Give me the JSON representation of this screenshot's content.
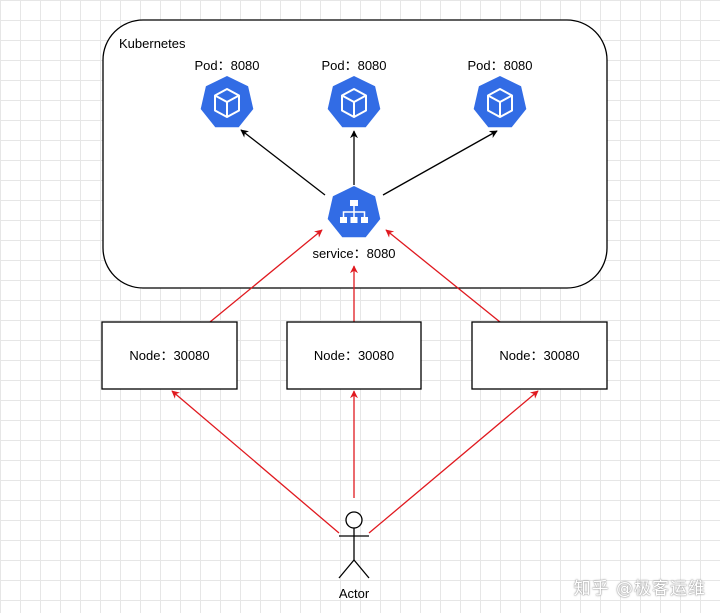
{
  "cluster": {
    "label": "Kubernetes"
  },
  "pods": [
    {
      "label": "Pod：8080"
    },
    {
      "label": "Pod：8080"
    },
    {
      "label": "Pod：8080"
    }
  ],
  "service": {
    "label": "service：8080"
  },
  "nodes": [
    {
      "label": "Node：30080"
    },
    {
      "label": "Node：30080"
    },
    {
      "label": "Node：30080"
    }
  ],
  "actor": {
    "label": "Actor"
  },
  "watermark": {
    "text": "知乎 @极客运维"
  },
  "colors": {
    "k8s_blue": "#326ce5",
    "edge_black": "#000000",
    "edge_red": "#e0191f"
  },
  "icons": {
    "pod": "kubernetes-pod-icon",
    "service": "kubernetes-service-icon"
  }
}
